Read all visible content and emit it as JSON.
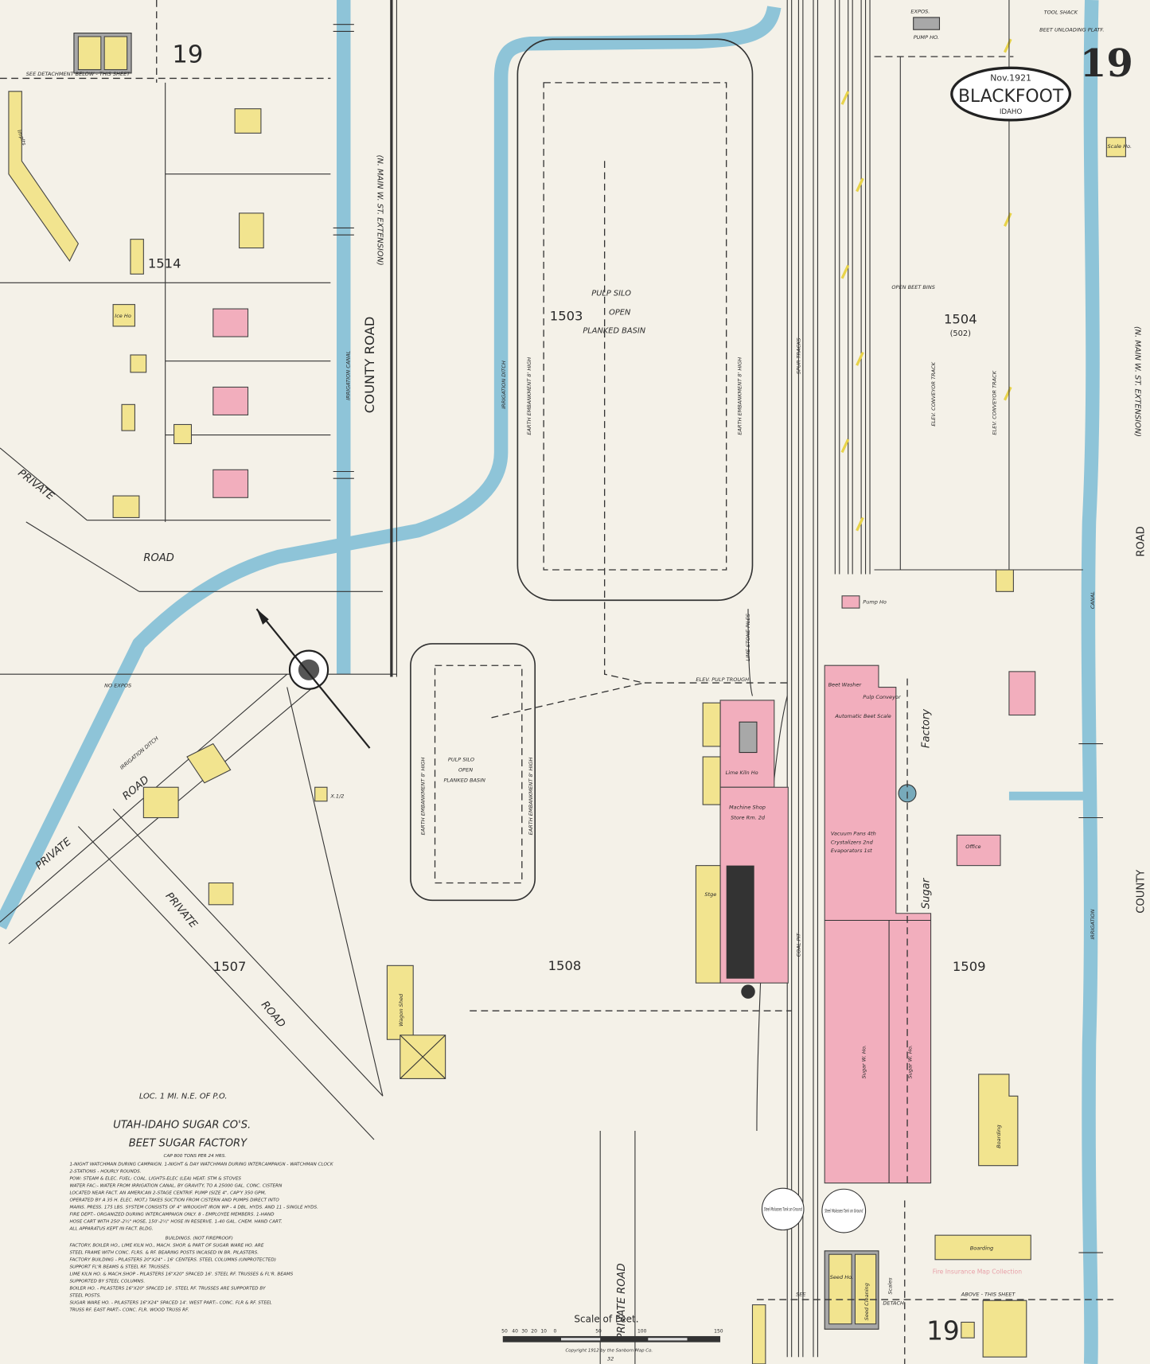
{
  "sheet": {
    "number": "19",
    "date": "Nov.1921",
    "city": "BLACKFOOT",
    "state": "IDAHO"
  },
  "title": {
    "location": "LOC. 1 MI. N.E. OF P.O.",
    "company": "UTAH-IDAHO SUGAR CO'S.",
    "facility": "BEET SUGAR FACTORY",
    "capacity": "CAP 800 TONS PER 24 HRS."
  },
  "notes": [
    "1-NIGHT WATCHMAN DURING CAMPAIGN. 1-NIGHT & DAY WATCHMAN DURING INTERCAMPAIGN - WATCHMAN CLOCK",
    "2-STATIONS - HOURLY ROUNDS.",
    "POW: STEAM & ELEC. FUEL: COAL. LIGHTS-ELEC (LEA) HEAT: STM & STOVES",
    "WATER FAC:- WATER FROM IRRIGATION CANAL, BY GRAVITY, TO A 25000 GAL. CONC. CISTERN",
    "LOCATED NEAR FACT. AN AMERICAN 2-STAGE CENTRIF. PUMP (SIZE 4\", CAP'Y 350 GPM,",
    "OPERATED BY A 35 H. ELEC. MOT.) TAKES SUCTION FROM CISTERN AND PUMPS DIRECT INTO",
    "MAINS. PRESS. 175 LBS. SYSTEM CONSISTS OF 4\" WROUGHT IRON WP - 4 DBL. HYDS. AND 11 - SINGLE HYDS.",
    "FIRE DEPT:- ORGANIZED DURING INTERCAMPAIGN ONLY. 8 - EMPLOYEE MEMBERS. 1-HAND",
    "HOSE CART WITH 250'-2½\" HOSE, 150'-2½\" HOSE IN RESERVE. 1-40 GAL. CHEM. HAND CART.",
    "ALL APPARATUS KEPT IN FACT. BLDG.",
    "BUILDINGS. (NOT FIREPROOF)",
    "FACTORY, BOILER HO., LIME KILN HO., MACH. SHOP, & PART OF SUGAR WARE HO. ARE",
    "STEEL FRAME WITH CONC. FLRS. & RF. BEARING POSTS INCASED IN BR. PILASTERS.",
    "FACTORY BUILDING - PILASTERS 20\"X24\" - 16' CENTERS. STEEL COLUMNS (UNPROTECTED)",
    "SUPPORT FL'R BEAMS & STEEL RF. TRUSSES.",
    "LIME KILN HO. & MACH.SHOP - PILASTERS 16\"X20\" SPACED 16'. STEEL RF. TRUSSES & FL'R. BEAMS",
    "SUPPORTED BY STEEL COLUMNS.",
    "BOILER HO. - PILASTERS 16\"X20\" SPACED 16'. STEEL RF. TRUSSES ARE SUPPORTED BY",
    "STEEL POSTS.",
    "SUGAR WARE HO. - PILASTERS 16\"X24\" SPACED 14'. WEST PART:- CONC. FLR & RF. STEEL",
    "TRUSS RF.   EAST PART:- CONC. FLR. WOOD TRUSS RF."
  ],
  "blocks": {
    "b1503": "1503",
    "b1504": "1504",
    "b1504_alt": "(502)",
    "b1507": "1507",
    "b1508": "1508",
    "b1509": "1509",
    "b1514": "1514"
  },
  "streets": {
    "county_road": "COUNTY ROAD",
    "county_road_right": "COUNTY",
    "road": "ROAD",
    "extension": "(N. MAIN W. ST. EXTENSION)",
    "irrigation_canal": "IRRIGATION CANAL",
    "canal": "CANAL",
    "irrigation": "IRRIGATION",
    "irrigation_ditch": "IRRIGATION DITCH",
    "ditch_upper": "IRRIGATION DITCH",
    "private": "PRIVATE",
    "private_road_bottom": "PRIVATE ROAD",
    "spur_tracks": "SPUR TRACKS",
    "expos": "EXPOS.",
    "no_expos": "NO EXPOS"
  },
  "features": {
    "pulp_silo_1": [
      "PULP SILO",
      "OPEN",
      "PLANKED BASIN"
    ],
    "pulp_silo_2": [
      "PULP SILO",
      "OPEN",
      "PLANKED BASIN"
    ],
    "embankment": "EARTH EMBANKMENT 8' HIGH",
    "open_beet_bins": "OPEN BEET BINS",
    "elev_conveyor": "ELEV. CONVEYOR TRACK",
    "lime_stone": "LIME STONE PILES",
    "pulp_trough": "ELEV. PULP TROUGH",
    "coal_pit": "COAL PIT",
    "detach_top": "SEE DETACHMENT BELOW - THIS SHEET",
    "detach_bottom_see": "SEE",
    "detach_bottom": "DETACH.",
    "detach_bottom_above": "ABOVE - THIS SHEET",
    "beet_unloading": "BEET UNLOADING PLATF.",
    "pump_ho_top": "PUMP HO.",
    "tool_shack": "TOOL SHACK"
  },
  "buildings": {
    "factory": "Factory",
    "sugar": "Sugar",
    "office": "Office",
    "boarding_1": "Boarding",
    "boarding_2": "Boarding",
    "seed_ho": "Seed Ho.",
    "seed_cleaning": "Seed Cleaning",
    "wagon_shed": "Wagon Shed",
    "machine_shop": "Machine Shop",
    "store_rm": "Store Rm. 2d",
    "lime_kiln": "Lime Kiln Ho",
    "beet_washer": "Beet Washer",
    "pulp_conveyor": "Pulp Conveyor",
    "beet_scale": "Automatic Beet Scale",
    "vacuum_pans": "Vacuum Pans 4th",
    "crystalizers": "Crystalizers 2nd",
    "evaporators": "Evaporators 1st",
    "sugar_wh_1": "Sugar W. Ho.",
    "sugar_wh_2": "Sugar W. Ho.",
    "molasses_1": "Steel Molasses Tank on Ground",
    "molasses_2": "Steel Molasses Tank on Ground",
    "pump_ho": "Pump Ho",
    "implts": "Implts",
    "ice_ho": "Ice Ho",
    "scale_ho": "Scale Ho.",
    "stge": "Stge",
    "scales": "Scales",
    "x_half": "X.1/2"
  },
  "scale": {
    "title": "Scale of Feet.",
    "ticks": [
      "50",
      "40",
      "30",
      "20",
      "10",
      "0",
      "50",
      "100",
      "150"
    ]
  },
  "copyright": "Copyright 1912 by the Sanborn Map Co.",
  "page_ref": "32",
  "stamp": "Fire Insurance Map Collection",
  "colors": {
    "brick": "#f2aebd",
    "frame": "#f2e48f",
    "water": "#8ec4d8",
    "paper": "#f4f1e8",
    "special": "#a8a8a8"
  }
}
